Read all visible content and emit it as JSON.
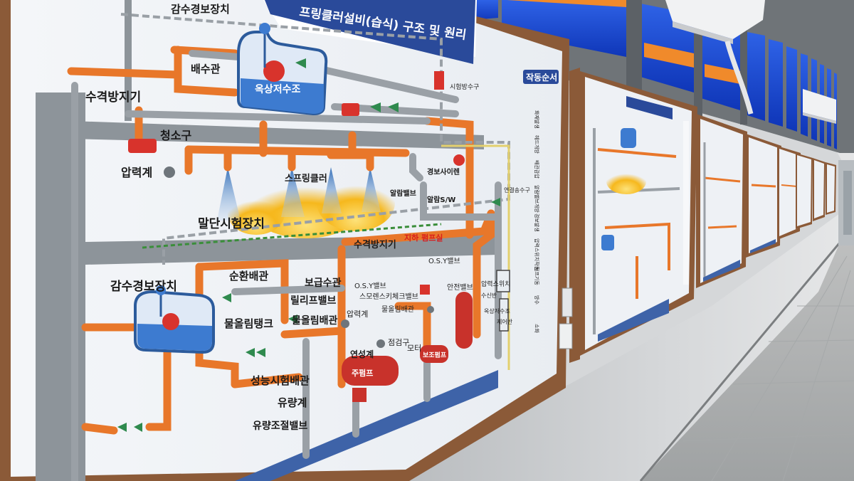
{
  "poster": {
    "title": "프링클러설비(습식) 구조 및 원리",
    "labels": {
      "alarm_top": "감수경보장치",
      "drain_pipe": "배수관",
      "water_hammer_left": "수격방지기",
      "rooftop_tank": "옥상저수조",
      "cleanout": "청소구",
      "pressure_gauge": "압력계",
      "sprinkler": "스프링클러",
      "alarm_siren": "경보사이렌",
      "alarm_valve": "알람밸브",
      "alarm_switch": "알람S/W",
      "test_valve": "시험방수구",
      "connect_inlet": "연결송수구",
      "end_test": "말단시험장치",
      "water_hammer_mid": "수격방지기",
      "basement_room": "지하 펌프실",
      "alarm_bottom": "감수경보장치",
      "circulation": "순환배관",
      "supply": "보급수관",
      "relief": "릴리프밸브",
      "priming": "물올림배관",
      "priming_tank": "물올림탱크",
      "osy_valve_1": "O.S.Y밸브",
      "osy_valve_2": "O.S.Y밸브",
      "check_valve": "스모렌스키체크밸브",
      "priming_pipe_2": "물올림배관",
      "pressure_gauge_2": "압력계",
      "safety_valve": "안전밸브",
      "compound_gauge": "연성계",
      "inspection": "점검구",
      "motor": "모터",
      "main_pump": "주펌프",
      "jockey_pump": "보조펌프",
      "performance": "성능시험배관",
      "flowmeter": "유량계",
      "flow_valve": "유량조절밸브",
      "pressure_switch": "압력스위치",
      "water_tank": "옥상저수조",
      "intake": "수신반",
      "control": "제어반"
    },
    "sequence": {
      "title": "작동순서",
      "steps": [
        "화재발생",
        "헤드개방",
        "배관감압",
        "알람밸브개방",
        "경보발생",
        "압력스위치작동",
        "펌프기동",
        "방수",
        "소화"
      ]
    }
  },
  "colors": {
    "pipe_orange": "#e8772a",
    "pipe_gray": "#8d949a",
    "tank_blue": "#3d7bd0",
    "title_blue": "#2a4a9a",
    "window_blue": "#1540c8",
    "fire": "#f6b81d"
  }
}
